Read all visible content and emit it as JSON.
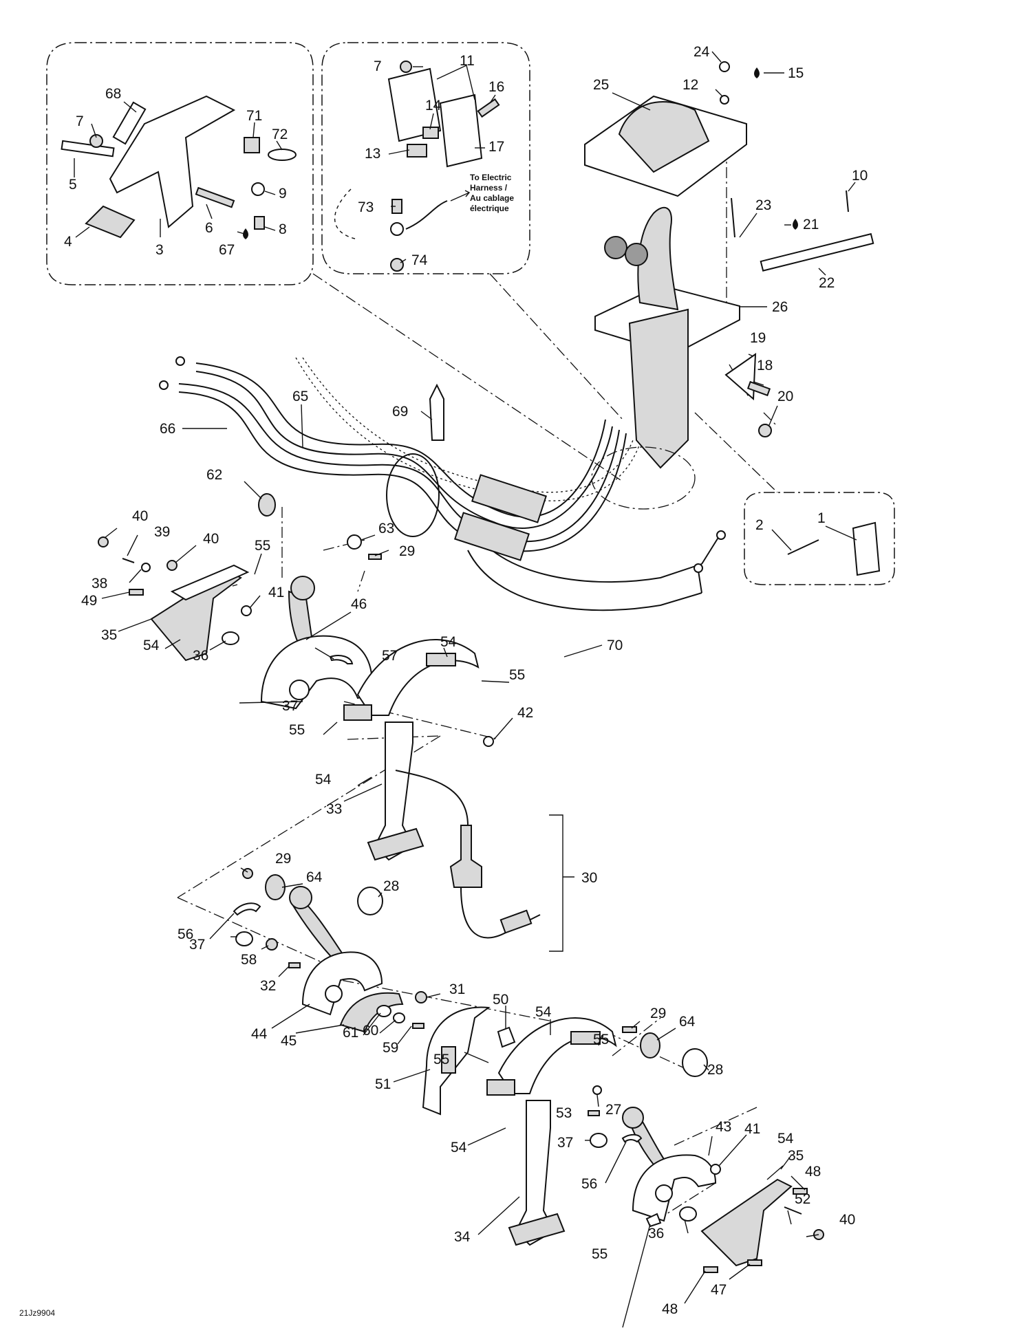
{
  "diagram_code": "21Jz9904",
  "annotation": {
    "line1": "To Electric",
    "line2": "Harness /",
    "line3": "Au cablage",
    "line4": "électrique"
  },
  "callouts": [
    {
      "id": "c1",
      "label": "1"
    },
    {
      "id": "c2",
      "label": "2"
    },
    {
      "id": "c3",
      "label": "3"
    },
    {
      "id": "c4",
      "label": "4"
    },
    {
      "id": "c5",
      "label": "5"
    },
    {
      "id": "c6",
      "label": "6"
    },
    {
      "id": "c7a",
      "label": "7"
    },
    {
      "id": "c7b",
      "label": "7"
    },
    {
      "id": "c8",
      "label": "8"
    },
    {
      "id": "c9",
      "label": "9"
    },
    {
      "id": "c10",
      "label": "10"
    },
    {
      "id": "c11",
      "label": "11"
    },
    {
      "id": "c12",
      "label": "12"
    },
    {
      "id": "c13",
      "label": "13"
    },
    {
      "id": "c14",
      "label": "14"
    },
    {
      "id": "c15",
      "label": "15"
    },
    {
      "id": "c16",
      "label": "16"
    },
    {
      "id": "c17",
      "label": "17"
    },
    {
      "id": "c18",
      "label": "18"
    },
    {
      "id": "c19",
      "label": "19"
    },
    {
      "id": "c20",
      "label": "20"
    },
    {
      "id": "c21",
      "label": "21"
    },
    {
      "id": "c22",
      "label": "22"
    },
    {
      "id": "c23",
      "label": "23"
    },
    {
      "id": "c24",
      "label": "24"
    },
    {
      "id": "c25",
      "label": "25"
    },
    {
      "id": "c26",
      "label": "26"
    },
    {
      "id": "c27",
      "label": "27"
    },
    {
      "id": "c28a",
      "label": "28"
    },
    {
      "id": "c28b",
      "label": "28"
    },
    {
      "id": "c29a",
      "label": "29"
    },
    {
      "id": "c29b",
      "label": "29"
    },
    {
      "id": "c29c",
      "label": "29"
    },
    {
      "id": "c30",
      "label": "30"
    },
    {
      "id": "c31",
      "label": "31"
    },
    {
      "id": "c32",
      "label": "32"
    },
    {
      "id": "c33",
      "label": "33"
    },
    {
      "id": "c34",
      "label": "34"
    },
    {
      "id": "c35a",
      "label": "35"
    },
    {
      "id": "c35b",
      "label": "35"
    },
    {
      "id": "c36a",
      "label": "36"
    },
    {
      "id": "c36b",
      "label": "36"
    },
    {
      "id": "c37a",
      "label": "37"
    },
    {
      "id": "c37b",
      "label": "37"
    },
    {
      "id": "c37c",
      "label": "37"
    },
    {
      "id": "c38",
      "label": "38"
    },
    {
      "id": "c39",
      "label": "39"
    },
    {
      "id": "c40a",
      "label": "40"
    },
    {
      "id": "c40b",
      "label": "40"
    },
    {
      "id": "c40c",
      "label": "40"
    },
    {
      "id": "c41a",
      "label": "41"
    },
    {
      "id": "c41b",
      "label": "41"
    },
    {
      "id": "c42",
      "label": "42"
    },
    {
      "id": "c43",
      "label": "43"
    },
    {
      "id": "c44",
      "label": "44"
    },
    {
      "id": "c45",
      "label": "45"
    },
    {
      "id": "c46",
      "label": "46"
    },
    {
      "id": "c47",
      "label": "47"
    },
    {
      "id": "c48a",
      "label": "48"
    },
    {
      "id": "c48b",
      "label": "48"
    },
    {
      "id": "c49",
      "label": "49"
    },
    {
      "id": "c50",
      "label": "50"
    },
    {
      "id": "c51",
      "label": "51"
    },
    {
      "id": "c52",
      "label": "52"
    },
    {
      "id": "c53",
      "label": "53"
    },
    {
      "id": "c54a",
      "label": "54"
    },
    {
      "id": "c54b",
      "label": "54"
    },
    {
      "id": "c54c",
      "label": "54"
    },
    {
      "id": "c54d",
      "label": "54"
    },
    {
      "id": "c54e",
      "label": "54"
    },
    {
      "id": "c54f",
      "label": "54"
    },
    {
      "id": "c55a",
      "label": "55"
    },
    {
      "id": "c55b",
      "label": "55"
    },
    {
      "id": "c55c",
      "label": "55"
    },
    {
      "id": "c55d",
      "label": "55"
    },
    {
      "id": "c55e",
      "label": "55"
    },
    {
      "id": "c55f",
      "label": "55"
    },
    {
      "id": "c56a",
      "label": "56"
    },
    {
      "id": "c56b",
      "label": "56"
    },
    {
      "id": "c57",
      "label": "57"
    },
    {
      "id": "c58",
      "label": "58"
    },
    {
      "id": "c59",
      "label": "59"
    },
    {
      "id": "c60",
      "label": "60"
    },
    {
      "id": "c61",
      "label": "61"
    },
    {
      "id": "c62",
      "label": "62"
    },
    {
      "id": "c63",
      "label": "63"
    },
    {
      "id": "c64a",
      "label": "64"
    },
    {
      "id": "c64b",
      "label": "64"
    },
    {
      "id": "c65",
      "label": "65"
    },
    {
      "id": "c66",
      "label": "66"
    },
    {
      "id": "c67",
      "label": "67"
    },
    {
      "id": "c68",
      "label": "68"
    },
    {
      "id": "c69",
      "label": "69"
    },
    {
      "id": "c70",
      "label": "70"
    },
    {
      "id": "c71",
      "label": "71"
    },
    {
      "id": "c72",
      "label": "72"
    },
    {
      "id": "c73",
      "label": "73"
    },
    {
      "id": "c74",
      "label": "74"
    }
  ]
}
